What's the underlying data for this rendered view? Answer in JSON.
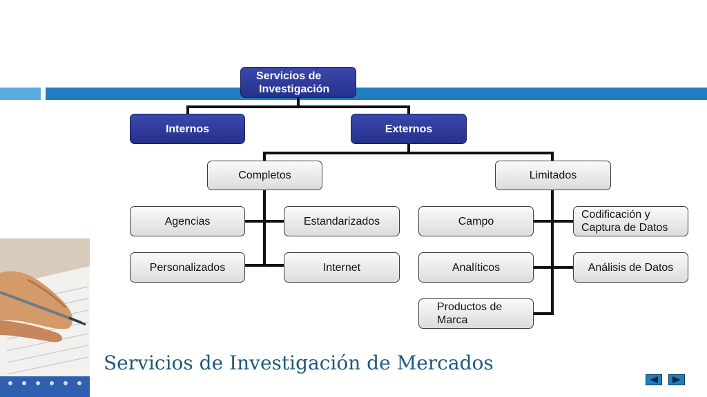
{
  "diagram": {
    "root": {
      "line1": "Servicios de",
      "line2": "Investigación"
    },
    "internos": "Internos",
    "externos": "Externos",
    "completos": "Completos",
    "limitados": "Limitados",
    "agencias": "Agencias",
    "estandarizados": "Estandarizados",
    "personalizados": "Personalizados",
    "internet": "Internet",
    "campo": "Campo",
    "codificacion": {
      "line1": "Codificación y",
      "line2": "Captura de Datos"
    },
    "analiticos": "Analíticos",
    "analisis_datos": "Análisis de Datos",
    "productos_marca": {
      "line1": "Productos de",
      "line2": "Marca"
    }
  },
  "slide": {
    "title": "Servicios de Investigación de Mercados"
  },
  "colors": {
    "accent_bar": "#1f7ec0",
    "light_bar": "#5aace0",
    "dark_box": "#2b3694",
    "title": "#1c5a7c"
  },
  "nav": {
    "prev_icon": "left-arrow-icon",
    "next_icon": "right-arrow-icon"
  }
}
